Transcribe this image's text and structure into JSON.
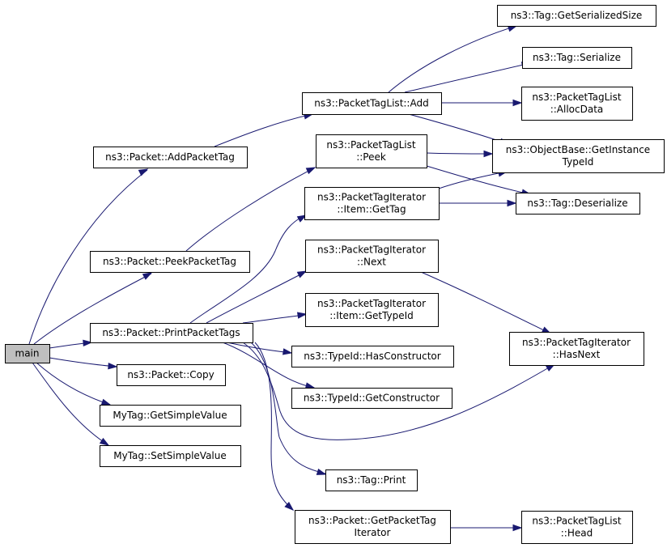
{
  "graph": {
    "nodes": [
      {
        "id": "main",
        "lines": [
          "main"
        ],
        "root": true
      },
      {
        "id": "addPacketTag",
        "lines": [
          "ns3::Packet::AddPacketTag"
        ]
      },
      {
        "id": "peekPacketTag",
        "lines": [
          "ns3::Packet::PeekPacketTag"
        ]
      },
      {
        "id": "printPacketTags",
        "lines": [
          "ns3::Packet::PrintPacketTags"
        ]
      },
      {
        "id": "copy",
        "lines": [
          "ns3::Packet::Copy"
        ]
      },
      {
        "id": "getSimpleValue",
        "lines": [
          "MyTag::GetSimpleValue"
        ]
      },
      {
        "id": "setSimpleValue",
        "lines": [
          "MyTag::SetSimpleValue"
        ]
      },
      {
        "id": "ptlAdd",
        "lines": [
          "ns3::PacketTagList::Add"
        ]
      },
      {
        "id": "ptlPeek",
        "lines": [
          "ns3::PacketTagList",
          "::Peek"
        ]
      },
      {
        "id": "ptiItemGetTag",
        "lines": [
          "ns3::PacketTagIterator",
          "::Item::GetTag"
        ]
      },
      {
        "id": "ptiNext",
        "lines": [
          "ns3::PacketTagIterator",
          "::Next"
        ]
      },
      {
        "id": "ptiItemGetTypeId",
        "lines": [
          "ns3::PacketTagIterator",
          "::Item::GetTypeId"
        ]
      },
      {
        "id": "hasConstructor",
        "lines": [
          "ns3::TypeId::HasConstructor"
        ]
      },
      {
        "id": "getConstructor",
        "lines": [
          "ns3::TypeId::GetConstructor"
        ]
      },
      {
        "id": "tagPrint",
        "lines": [
          "ns3::Tag::Print"
        ]
      },
      {
        "id": "getPacketTagIterator",
        "lines": [
          "ns3::Packet::GetPacketTag",
          "Iterator"
        ]
      },
      {
        "id": "getSerializedSize",
        "lines": [
          "ns3::Tag::GetSerializedSize"
        ]
      },
      {
        "id": "tagSerialize",
        "lines": [
          "ns3::Tag::Serialize"
        ]
      },
      {
        "id": "allocData",
        "lines": [
          "ns3::PacketTagList",
          "::AllocData"
        ]
      },
      {
        "id": "getInstanceTypeId",
        "lines": [
          "ns3::ObjectBase::GetInstance",
          "TypeId"
        ]
      },
      {
        "id": "tagDeserialize",
        "lines": [
          "ns3::Tag::Deserialize"
        ]
      },
      {
        "id": "ptiHasNext",
        "lines": [
          "ns3::PacketTagIterator",
          "::HasNext"
        ]
      },
      {
        "id": "ptlHead",
        "lines": [
          "ns3::PacketTagList",
          "::Head"
        ]
      }
    ],
    "edges": [
      {
        "from": "main",
        "to": "addPacketTag"
      },
      {
        "from": "main",
        "to": "peekPacketTag"
      },
      {
        "from": "main",
        "to": "printPacketTags"
      },
      {
        "from": "main",
        "to": "copy"
      },
      {
        "from": "main",
        "to": "getSimpleValue"
      },
      {
        "from": "main",
        "to": "setSimpleValue"
      },
      {
        "from": "addPacketTag",
        "to": "ptlAdd"
      },
      {
        "from": "peekPacketTag",
        "to": "ptlPeek"
      },
      {
        "from": "printPacketTags",
        "to": "ptiItemGetTag"
      },
      {
        "from": "printPacketTags",
        "to": "ptiNext"
      },
      {
        "from": "printPacketTags",
        "to": "ptiItemGetTypeId"
      },
      {
        "from": "printPacketTags",
        "to": "hasConstructor"
      },
      {
        "from": "printPacketTags",
        "to": "getConstructor"
      },
      {
        "from": "printPacketTags",
        "to": "ptiHasNext"
      },
      {
        "from": "printPacketTags",
        "to": "tagPrint"
      },
      {
        "from": "printPacketTags",
        "to": "getPacketTagIterator"
      },
      {
        "from": "ptlAdd",
        "to": "getSerializedSize"
      },
      {
        "from": "ptlAdd",
        "to": "tagSerialize"
      },
      {
        "from": "ptlAdd",
        "to": "allocData"
      },
      {
        "from": "ptlAdd",
        "to": "getInstanceTypeId"
      },
      {
        "from": "ptlPeek",
        "to": "getInstanceTypeId"
      },
      {
        "from": "ptlPeek",
        "to": "tagDeserialize"
      },
      {
        "from": "ptiItemGetTag",
        "to": "getInstanceTypeId"
      },
      {
        "from": "ptiItemGetTag",
        "to": "tagDeserialize"
      },
      {
        "from": "ptiNext",
        "to": "ptiHasNext"
      },
      {
        "from": "getPacketTagIterator",
        "to": "ptlHead"
      }
    ]
  }
}
